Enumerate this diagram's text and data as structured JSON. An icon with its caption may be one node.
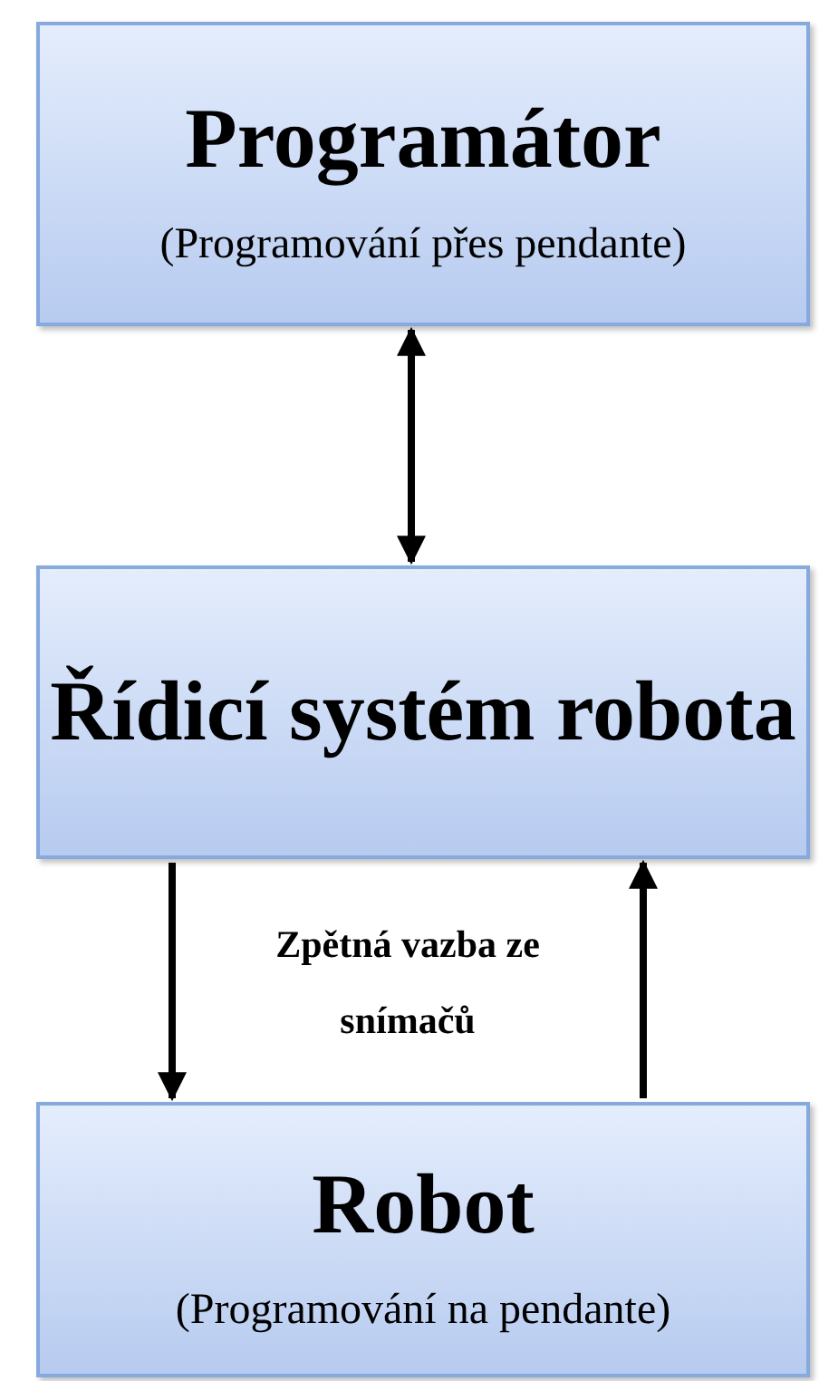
{
  "diagram": {
    "nodes": [
      {
        "text": [
          "Programátor",
          "(Programování přes pendante)"
        ]
      },
      {
        "text": [
          "Řídicí systém robota"
        ]
      },
      {
        "text": [
          "Robot",
          "(Programování na pendante)"
        ]
      }
    ],
    "edges": [
      {
        "from": 0,
        "to": 1,
        "arrow": "both"
      },
      {
        "from": 1,
        "to": 2,
        "arrow": "to"
      },
      {
        "from": 2,
        "to": 1,
        "arrow": "to"
      }
    ],
    "labels": [
      "Zpětná vazba ze snímačů"
    ]
  }
}
